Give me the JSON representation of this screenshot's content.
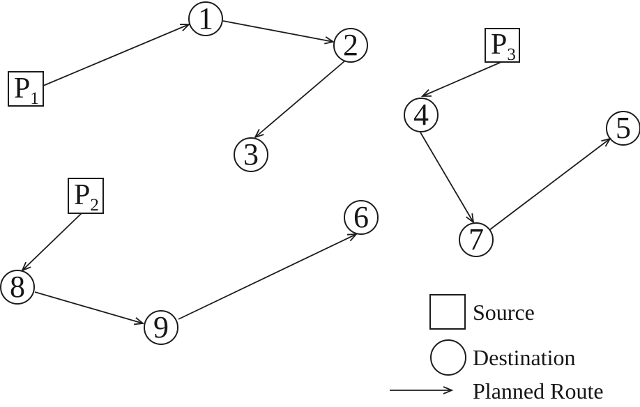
{
  "figure": {
    "background": "#ffffff",
    "stroke_color": "#1c1c1c"
  },
  "sources": [
    {
      "id": "P1",
      "base": "P",
      "sub": "1"
    },
    {
      "id": "P2",
      "base": "P",
      "sub": "2"
    },
    {
      "id": "P3",
      "base": "P",
      "sub": "3"
    }
  ],
  "destinations": [
    {
      "label": "1"
    },
    {
      "label": "2"
    },
    {
      "label": "3"
    },
    {
      "label": "4"
    },
    {
      "label": "5"
    },
    {
      "label": "6"
    },
    {
      "label": "7"
    },
    {
      "label": "8"
    },
    {
      "label": "9"
    }
  ],
  "routes": [
    {
      "from": "P1",
      "to": "1"
    },
    {
      "from": "1",
      "to": "2"
    },
    {
      "from": "2",
      "to": "3"
    },
    {
      "from": "P3",
      "to": "4"
    },
    {
      "from": "4",
      "to": "7"
    },
    {
      "from": "7",
      "to": "5"
    },
    {
      "from": "P2",
      "to": "8"
    },
    {
      "from": "8",
      "to": "9"
    },
    {
      "from": "9",
      "to": "6"
    }
  ],
  "legend": {
    "source_label": "Source",
    "destination_label": "Destination",
    "route_label": "Planned Route"
  }
}
